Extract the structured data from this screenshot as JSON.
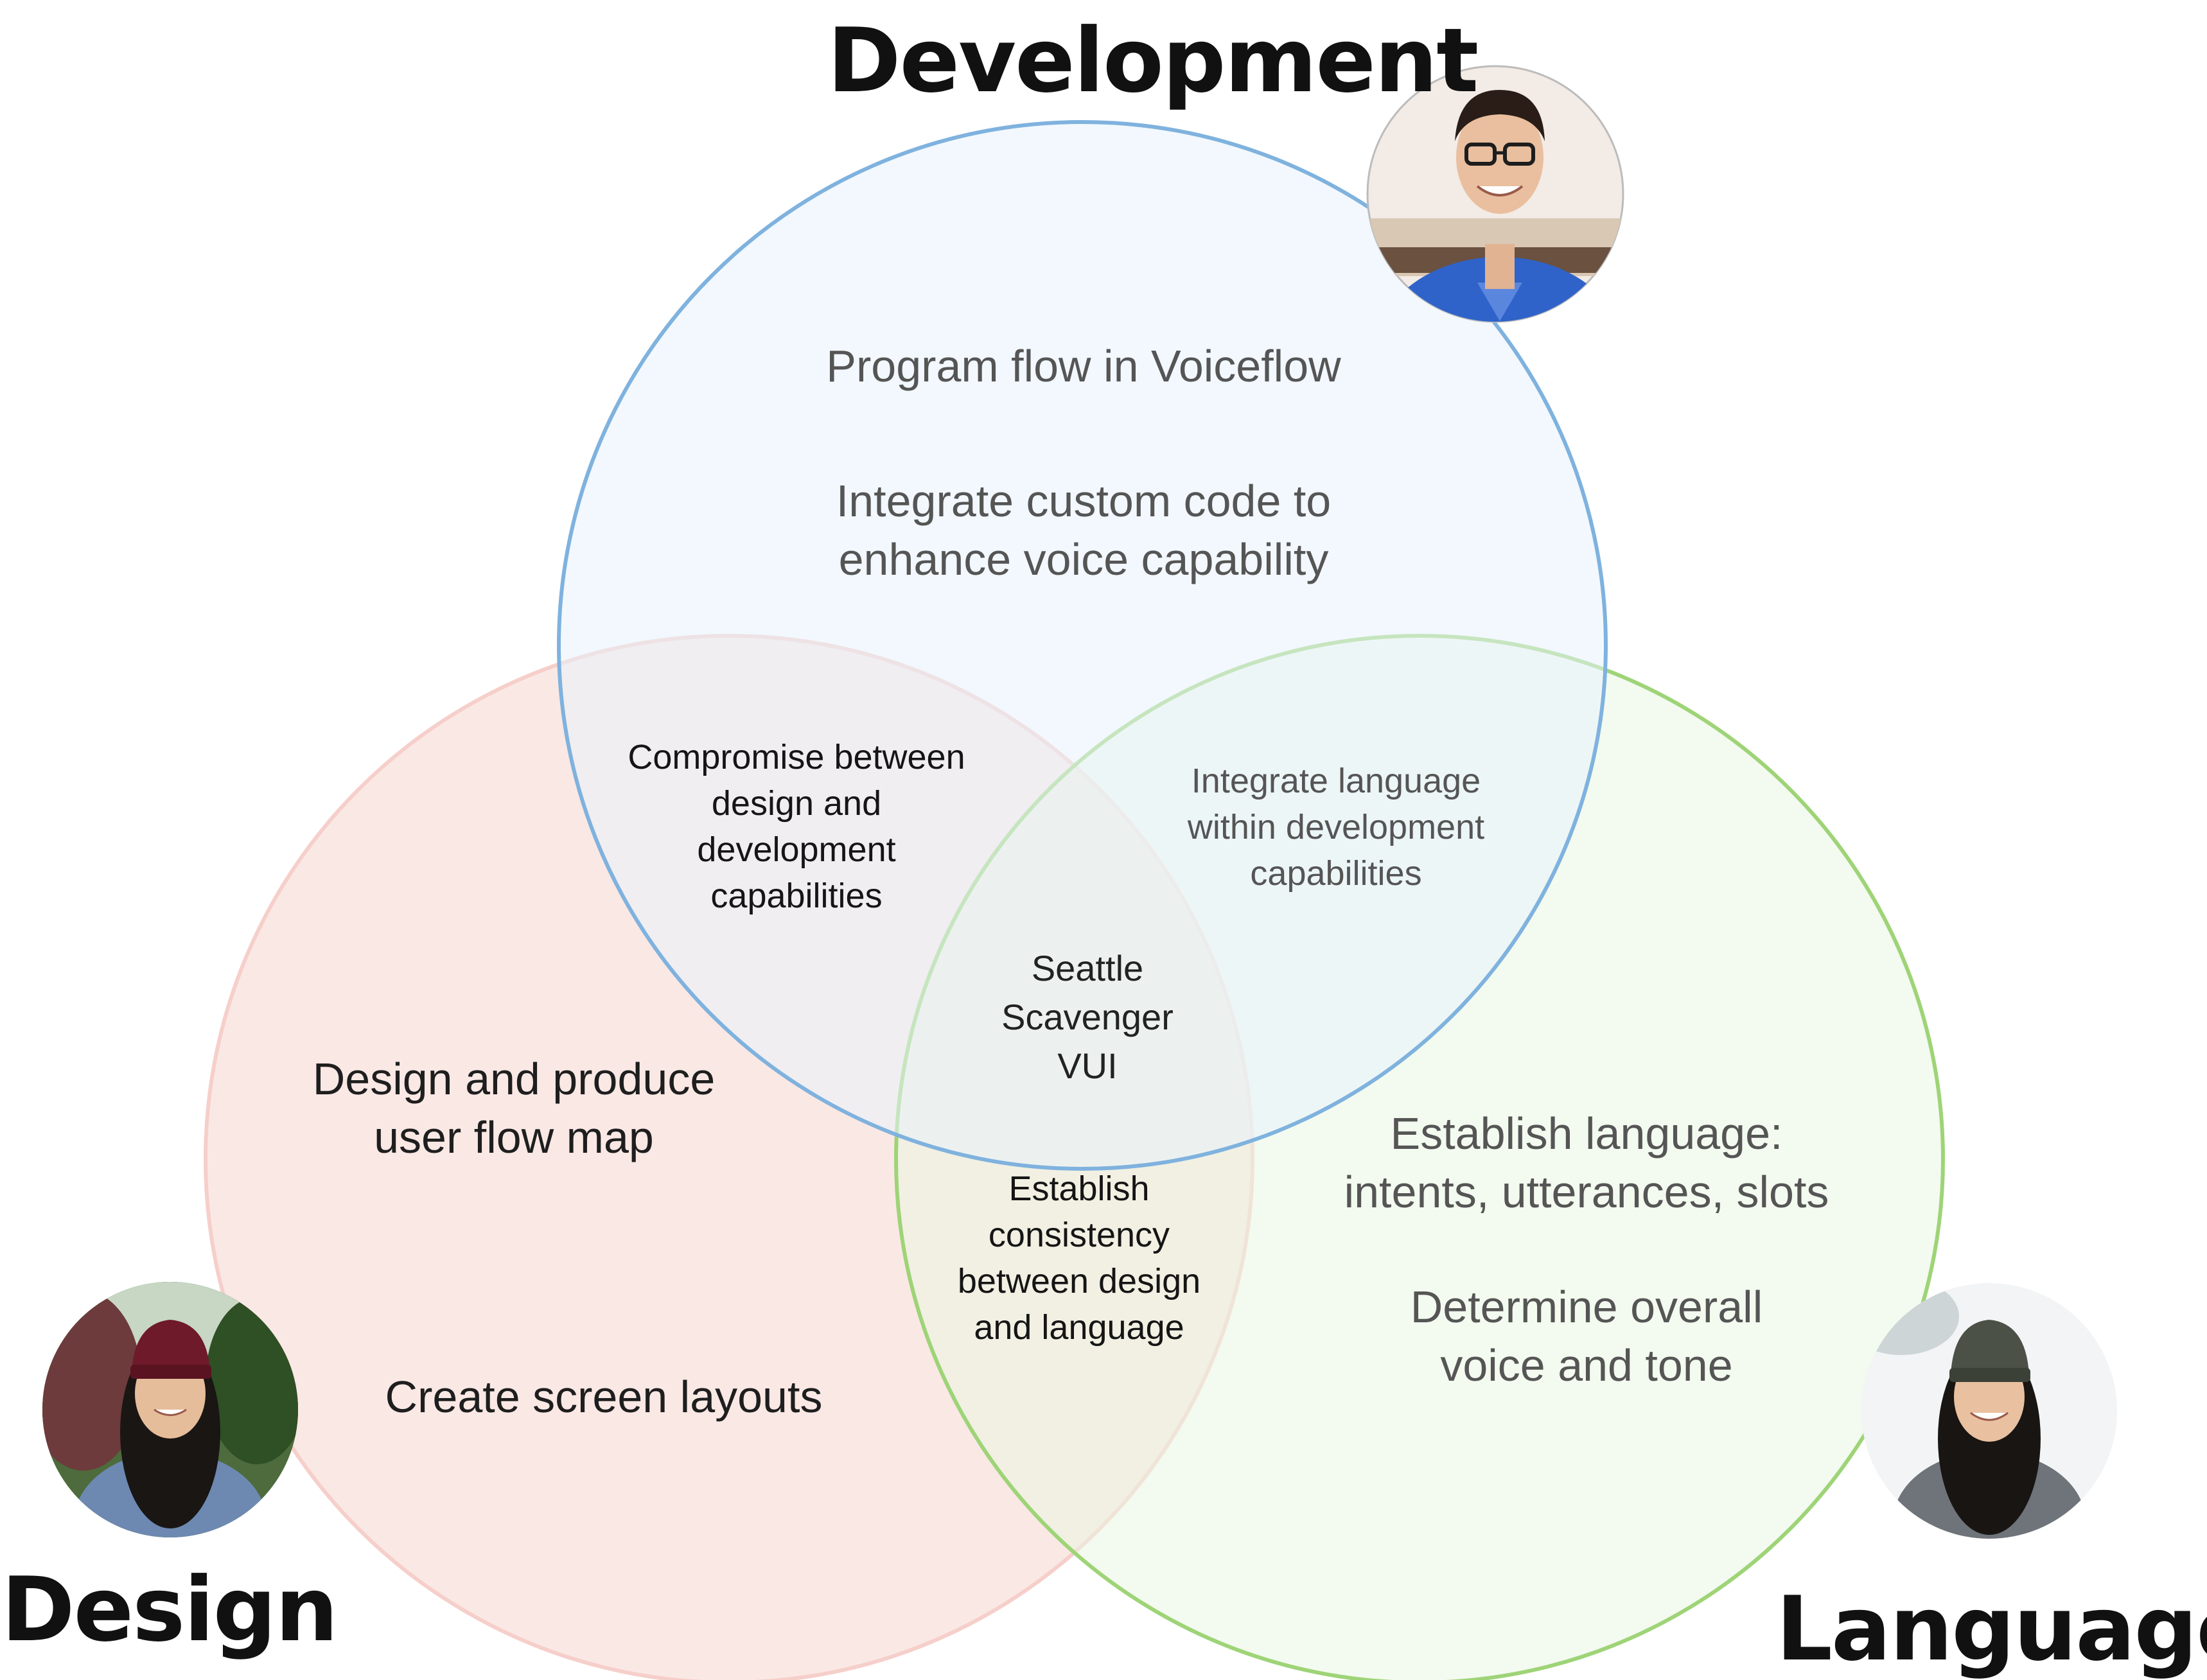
{
  "sets": {
    "development": {
      "title": "Development",
      "items": [
        [
          "Program flow in Voiceflow"
        ],
        [
          "Integrate custom code to",
          "enhance voice capability"
        ]
      ]
    },
    "design": {
      "title": "Design",
      "items": [
        [
          "Design and produce",
          "user flow map"
        ],
        [
          "Create screen layouts"
        ]
      ]
    },
    "language": {
      "title": "Language",
      "items": [
        [
          "Establish language:",
          "intents, utterances, slots"
        ],
        [
          "Determine overall",
          "voice and tone"
        ]
      ]
    }
  },
  "intersections": {
    "design_development": [
      "Compromise between",
      "design and",
      "development",
      "capabilities"
    ],
    "development_language": [
      "Integrate language",
      "within development",
      "capabilities"
    ],
    "design_language": [
      "Establish",
      "consistency",
      "between design",
      "and language"
    ],
    "all": [
      "Seattle",
      "Scavenger",
      "VUI"
    ]
  },
  "colors": {
    "development_stroke": "#7fb2de",
    "development_fill": "#e8f3fc",
    "design_stroke": "#f6cfca",
    "design_fill": "#f9e1de",
    "language_stroke": "#9ed477",
    "language_fill": "#eaf6e1"
  },
  "avatars": {
    "development": "avatar-person-glasses-blue-shirt",
    "design": "avatar-person-maroon-beanie",
    "language": "avatar-person-grey-beanie"
  }
}
